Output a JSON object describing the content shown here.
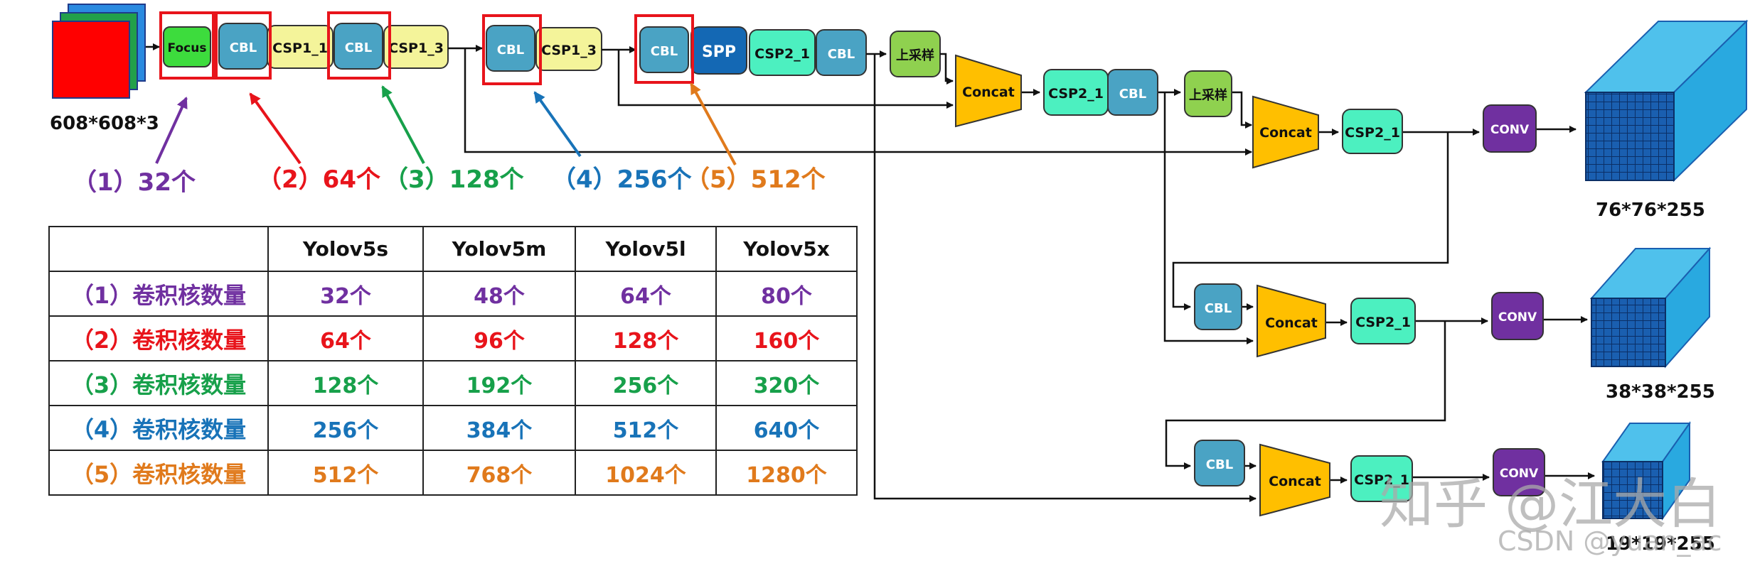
{
  "input": {
    "size_label": "608*608*3"
  },
  "blocks": {
    "focus": "Focus",
    "cbl": "CBL",
    "csp1_1": "CSP1_1",
    "csp1_3": "CSP1_3",
    "spp": "SPP",
    "csp2_1": "CSP2_1",
    "concat": "Concat",
    "upsample": "上采样",
    "conv": "CONV"
  },
  "annotations": [
    {
      "num": "（1）",
      "count": "32个",
      "color": "#7030a0"
    },
    {
      "num": "（2）",
      "count": "64个",
      "color": "#e8141b"
    },
    {
      "num": "（3）",
      "count": "128个",
      "color": "#17a04a"
    },
    {
      "num": "（4）",
      "count": "256个",
      "color": "#1873b8"
    },
    {
      "num": "（5）",
      "count": "512个",
      "color": "#e07a1c"
    }
  ],
  "outputs": {
    "large": "76*76*255",
    "medium": "38*38*255",
    "small": "19*19*255"
  },
  "table": {
    "headers": [
      "",
      "Yolov5s",
      "Yolov5m",
      "Yolov5l",
      "Yolov5x"
    ],
    "rows": [
      {
        "label": "（1）卷积核数量",
        "values": [
          "32个",
          "48个",
          "64个",
          "80个"
        ],
        "color": "#7030a0"
      },
      {
        "label": "（2）卷积核数量",
        "values": [
          "64个",
          "96个",
          "128个",
          "160个"
        ],
        "color": "#e8141b"
      },
      {
        "label": "（3）卷积核数量",
        "values": [
          "128个",
          "192个",
          "256个",
          "320个"
        ],
        "color": "#17a04a"
      },
      {
        "label": "（4）卷积核数量",
        "values": [
          "256个",
          "384个",
          "512个",
          "640个"
        ],
        "color": "#1873b8"
      },
      {
        "label": "（5）卷积核数量",
        "values": [
          "512个",
          "768个",
          "1024个",
          "1280个"
        ],
        "color": "#e07a1c"
      }
    ]
  },
  "watermarks": {
    "zhihu": "知乎 @江大白",
    "csdn": "CSDN @yuan_ac"
  },
  "colors": {
    "focus": "#3ddc3d",
    "cbl": "#4aa3c4",
    "csp1": "#f4f49a",
    "spp": "#1468b4",
    "csp2": "#4cf0c0",
    "upsample": "#8fd14f",
    "concat": "#ffbf00",
    "conv": "#7030a0",
    "cube": "#29a9e0",
    "highlight": "#e8141b"
  }
}
